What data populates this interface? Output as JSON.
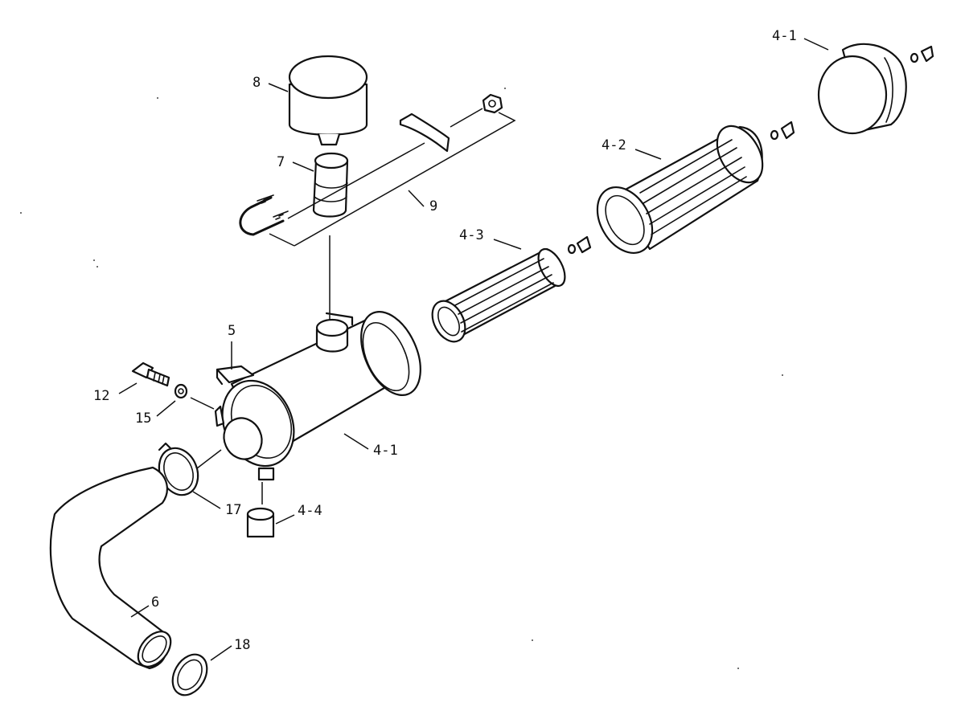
{
  "labels": {
    "p4_1_top": "4-1",
    "p4_2": "4-2",
    "p4_3": "4-3",
    "p8": "8",
    "p7": "7",
    "p9": "9",
    "p5": "5",
    "p12": "12",
    "p15": "15",
    "p4_1_body": "4-1",
    "p17": "17",
    "p4_4": "4-4",
    "p6": "6",
    "p18": "18"
  }
}
